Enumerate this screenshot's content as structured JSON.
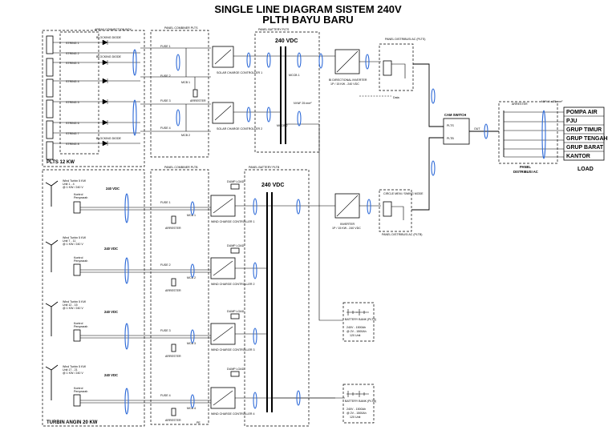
{
  "title": {
    "line1": "SINGLE LINE DIAGRAM SISTEM 240V",
    "line2": "PLTH BAYU BARU"
  },
  "accent_color": "#2f6bd8",
  "pv": {
    "section_label": "PLTS 12 KW",
    "array_box_label": "ARRAY CONNECTION BOX",
    "combiner_label": "PANEL COMBINER PLTS",
    "battery_panel_label": "PANEL BATTERY PLTS",
    "strings": [
      "STRING 1",
      "STRING 2",
      "STRING 3",
      "STRING 4",
      "STRING 5",
      "STRING 6",
      "STRING 7",
      "STRING 8"
    ],
    "blocking_diode": "BLOCKING DIODE",
    "fuses": [
      "FUSE 1",
      "FUSE 2",
      "FUSE 3",
      "FUSE 4"
    ],
    "mcbs": [
      "MCB 1",
      "MCB 2"
    ],
    "arrester": "ARRESTER",
    "controller_1": "SOLAR CHARGE CONTROLLER 1",
    "controller_2": "SOLAR CHARGE CONTROLLER 2",
    "bus_voltage": "240 VDC",
    "mccb_1": "MCCB 1",
    "mccb_2": "MCCB 2",
    "cable": "NYAF 25 mm²"
  },
  "inverter_pv": {
    "label": "BI DIRECTIONAL INVERTER",
    "spec": "1P / 15 KW - 240 VDC"
  },
  "panel_ac_plts": {
    "label": "PANEL DISTRIBUSI AC (PLTS)",
    "data_label": "Data"
  },
  "cam_switch": {
    "label": "CAM SWITCH",
    "plts": "PLTS",
    "pltb": "PLTB",
    "out": "OUT"
  },
  "panel_distribusi_ac": {
    "label_line1": "PANEL",
    "label_line2": "DISTRIBUSI AC",
    "cable": "NYY 4 x 25 mm²",
    "arrester": "ARRESTER"
  },
  "load": {
    "title": "LOAD",
    "items": [
      "POMPA AIR",
      "PJU",
      "GRUP TIMUR",
      "GRUP TENGAH",
      "GRUP BARAT",
      "KANTOR"
    ]
  },
  "wind": {
    "section_label": "TURBIN ANGIN 20 KW",
    "combiner_label": "PANEL COMBINER PLTB",
    "battery_panel_label": "PANEL BATTERY PLTB",
    "units": [
      {
        "turbine": "Wind Turbin 5 KW",
        "unit": "Unit 1 - 4",
        "spec": "@ 1 KW / 240 V",
        "controller": "WIND CHARGE CONTROLLER 1",
        "fuse": "FUSE 1",
        "mcb": "MCB 1"
      },
      {
        "turbine": "Wind Turbin 5 KW",
        "unit": "Unit 7 - 11",
        "spec": "@ 1 KW / 240 V",
        "controller": "WIND CHARGE CONTROLLER 2",
        "fuse": "FUSE 2",
        "mcb": "MCB 2"
      },
      {
        "turbine": "Wind Turbin 5 KW",
        "unit": "Unit 12 - 15",
        "spec": "@ 1 KW / 240 V",
        "controller": "WIND CHARGE CONTROLLER 3",
        "fuse": "FUSE 3",
        "mcb": "MCB 3"
      },
      {
        "turbine": "Wind Turbin 5 KW",
        "unit": "Unit 17 - 21",
        "spec": "@ 1 KW / 240 V",
        "controller": "WIND CHARGE CONTROLLER 4",
        "fuse": "FUSE 4",
        "mcb": "MCB 4"
      }
    ],
    "kontrol": "Kontrol",
    "penyearah": "Penyearah",
    "bus_voltage": "240 VDC",
    "dump_load": "DUMP LOAD",
    "arrester": "ARRESTER",
    "pe": "PE"
  },
  "inverter_wind": {
    "label": "INVERTER",
    "spec": "1P / 15 KW - 240 VDC"
  },
  "panel_ac_pltb": {
    "label": "PANEL DISTRIBUSI AC (PLTB)",
    "spec": "CIRCLE MEM / SWING MODE"
  },
  "battery_banks": [
    {
      "label": "BATTERY BANK (PLTS)",
      "spec": "240V - 1500Ah",
      "cells": "@ 2V - 1500Ah",
      "count": "120 Unit"
    },
    {
      "label": "BATTERY BANK (PLTB)",
      "spec": "240V - 1500Ah",
      "cells": "@ 2V - 1500Ah",
      "count": "120 Unit"
    }
  ]
}
